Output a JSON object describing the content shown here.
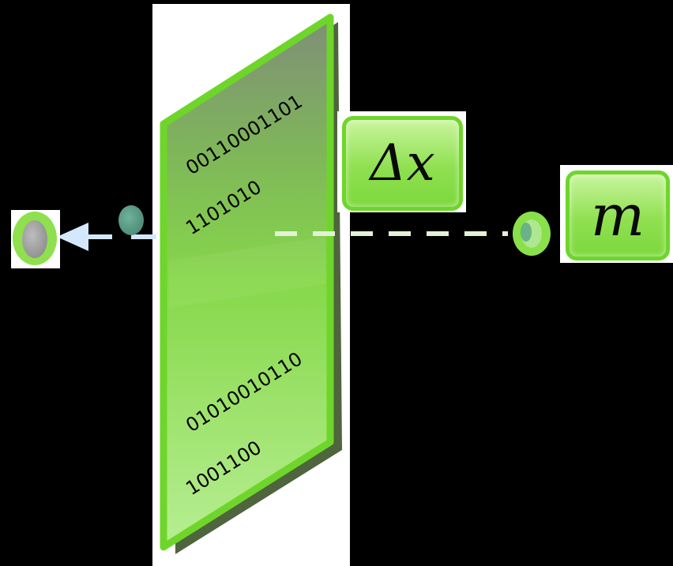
{
  "binary_lines": [
    "00110001101",
    "1101010",
    "01010010110",
    "1001100"
  ],
  "labels": {
    "delta_x": "Δx",
    "mass": "m"
  },
  "colors": {
    "panel_green": "#8fe050",
    "border_green": "#6ed62a",
    "dashed_line": "#e2f2d6",
    "arrow": "#d4e8fb",
    "particle_gray": "#a6a6a6",
    "particle_teal": "#5a9a86"
  }
}
